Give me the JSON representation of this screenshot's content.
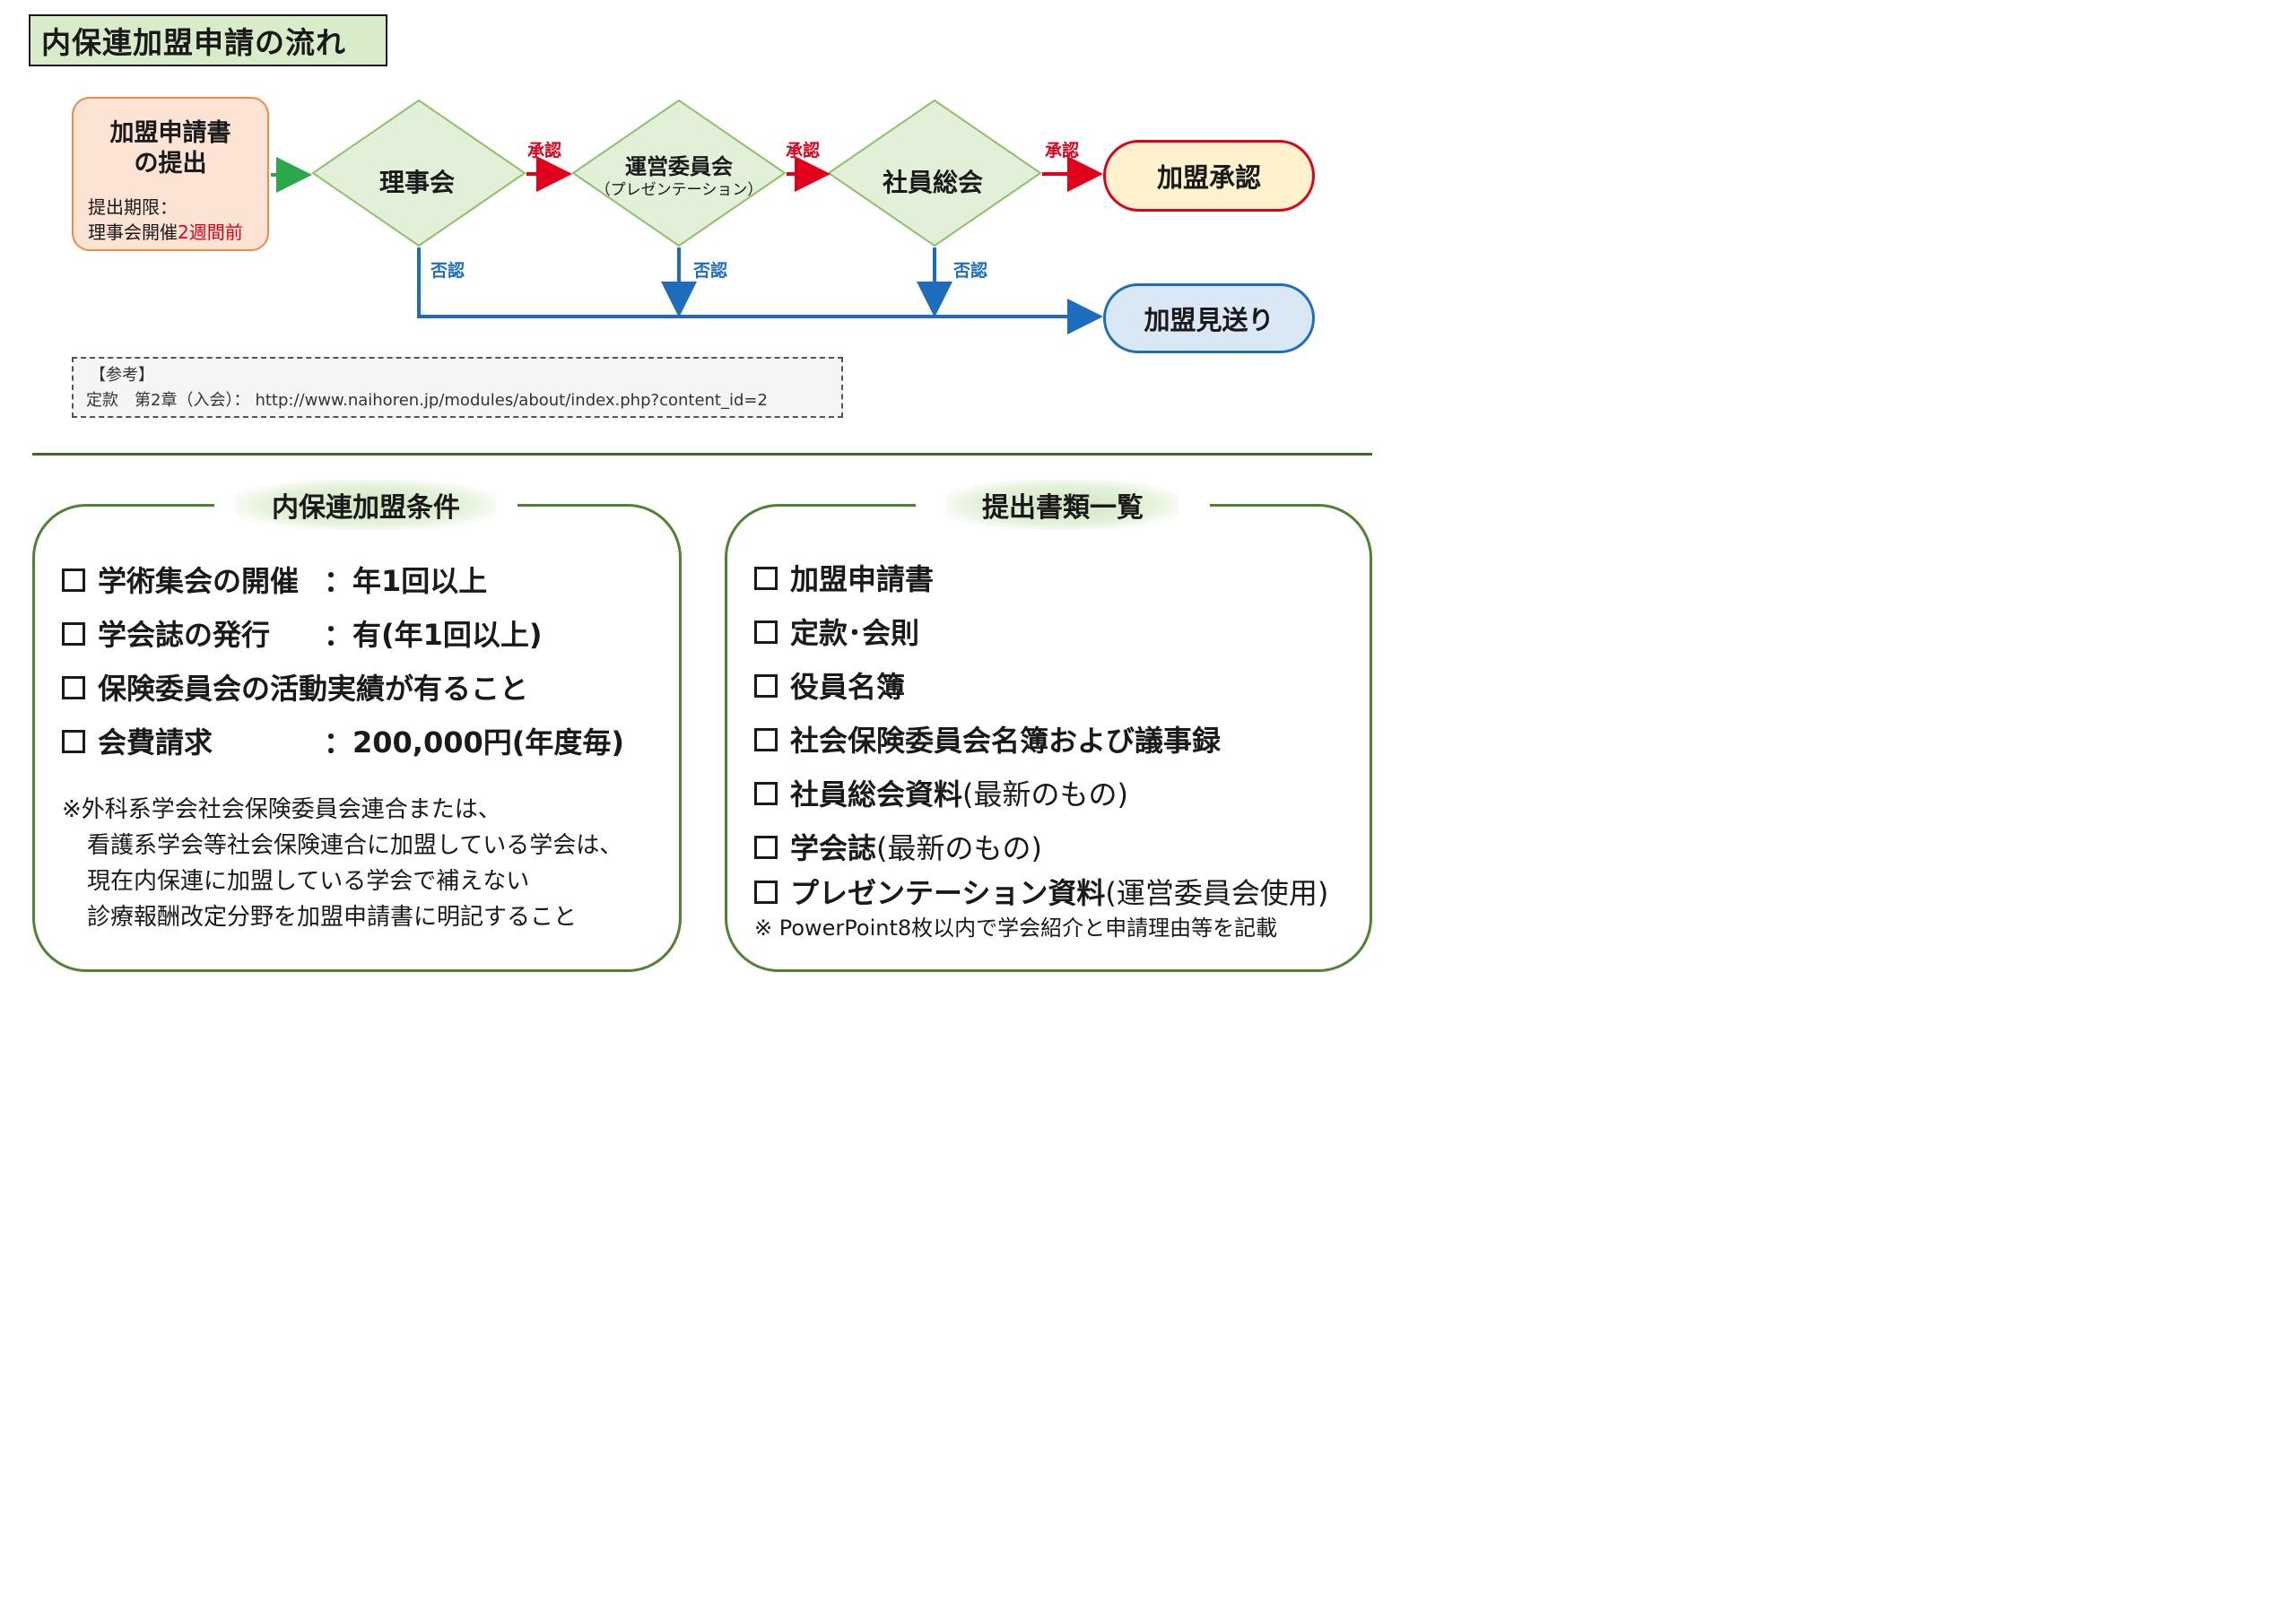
{
  "title": "内保連加盟申請の流れ",
  "flow": {
    "start": {
      "title": "加盟申請書\nの提出",
      "deadline_label": "提出期限：",
      "deadline_prefix": "理事会開催",
      "deadline_highlight": "2週間前"
    },
    "steps": [
      {
        "label": "理事会",
        "sub": ""
      },
      {
        "label": "運営委員会",
        "sub": "（プレゼンテーション）"
      },
      {
        "label": "社員総会",
        "sub": ""
      }
    ],
    "approve_label": "承認",
    "reject_label": "否認",
    "end_ok": "加盟承認",
    "end_ng": "加盟見送り",
    "colors": {
      "approve": "#e0001b",
      "reject": "#1e6dbd",
      "start_arrow": "#2aa84a",
      "diamond_fill": "#e2efd9",
      "diamond_stroke": "#8fc06a"
    }
  },
  "reference": {
    "heading": "【参考】",
    "label": "定款　第2章（入会）：",
    "url": "http://www.naihoren.jp/modules/about/index.php?content_id=2"
  },
  "conditions": {
    "heading": "内保連加盟条件",
    "items": [
      {
        "label": "学術集会の開催",
        "value": "：年1回以上"
      },
      {
        "label": "学会誌の発行",
        "value": "：有(年1回以上)"
      },
      {
        "label": "保険委員会の活動実績が有ること",
        "value": ""
      },
      {
        "label": "会費請求",
        "value": "：200,000円(年度毎)"
      }
    ],
    "note": [
      "※外科系学会社会保険委員会連合または、",
      "看護系学会等社会保険連合に加盟している学会は、",
      "現在内保連に加盟している学会で補えない",
      "診療報酬改定分野を加盟申請書に明記すること"
    ]
  },
  "documents": {
    "heading": "提出書類一覧",
    "items": [
      {
        "label": "加盟申請書",
        "suffix": ""
      },
      {
        "label": "定款･会則",
        "suffix": ""
      },
      {
        "label": "役員名簿",
        "suffix": ""
      },
      {
        "label": "社会保険委員会名簿および議事録",
        "suffix": ""
      },
      {
        "label": "社員総会資料",
        "suffix": "(最新のもの)"
      },
      {
        "label": "学会誌",
        "suffix": "(最新のもの)"
      },
      {
        "label": "プレゼンテーション資料",
        "suffix": "(運営委員会使用)"
      }
    ],
    "note": "※ PowerPoint8枚以内で学会紹介と申請理由等を記載"
  }
}
